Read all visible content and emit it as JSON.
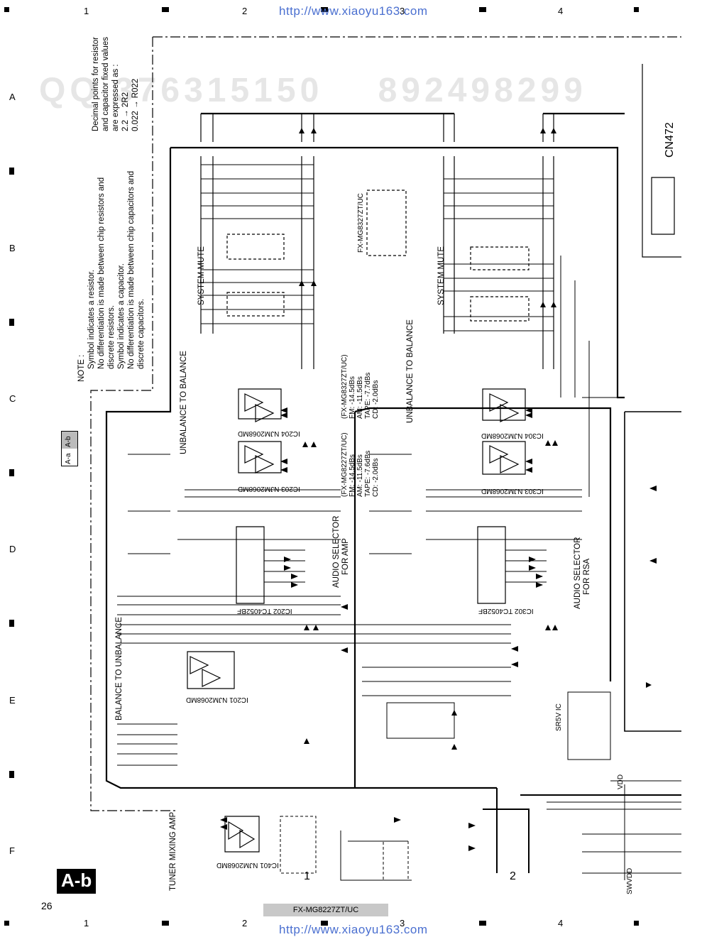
{
  "header": {
    "col_numbers": [
      "1",
      "2",
      "3",
      "4"
    ],
    "url": "http://www.xiaoyu163.com"
  },
  "side": {
    "row_letters": [
      "A",
      "B",
      "C",
      "D",
      "E",
      "F"
    ]
  },
  "watermark": {
    "top_digits": "QQ 376315150    892498299"
  },
  "note": {
    "title": "NOTE :",
    "resistor_line1": "Symbol indicates a resistor.",
    "resistor_line2": "No differentiation is made  between chip resistors and",
    "resistor_line3": "discrete resistors.",
    "capacitor_line1": "Symbol indicates a capacitor.",
    "capacitor_line2": "No differentiation is made  between chip capacitors and",
    "capacitor_line3": "discrete capacitors.",
    "decimal_line1": "Decimal points for resistor",
    "decimal_line2": "and capacitor fixed values",
    "decimal_line3": "are expressed as :",
    "decimal_line4": "2.2 → 2R2",
    "decimal_line5": "0.022 → R022"
  },
  "tabs": {
    "a": "A-a",
    "b": "A-b"
  },
  "badge": "A-b",
  "blocks": {
    "system_mute_1": "SYSTEM MUTE",
    "system_mute_2": "SYSTEM MUTE",
    "unbalance_to_balance_1": "UNBALANCE TO BALANCE",
    "unbalance_to_balance_2": "UNBALANCE TO BALANCE",
    "balance_to_unbalance": "BALANCE TO UNBALANCE",
    "audio_selector_amp_1": "AUDIO SELECTOR",
    "audio_selector_amp_2": "FOR AMP",
    "audio_selector_rsa_1": "AUDIO SELECTOR",
    "audio_selector_rsa_2": "FOR RSA",
    "tuner_mixing_amp": "TUNER MIXING AMP",
    "model_note_title": "(FX-MG8327ZT/UC)",
    "model_note_1": "FM: -14.5dBs",
    "model_note_2": "AM: -11.5dBs",
    "model_note_3": "TAPE: -7.7dBs",
    "model_note_4": "CD: -2.0dBs",
    "model_note2_title": "(FX-MG8227ZT/UC)",
    "model_note2_1": "FM: -14.5dBs",
    "model_note2_2": "AM: -11.5dBs",
    "model_note2_3": "TAPE: -7.6dBs",
    "model_note2_4": "CD: -2.0dBs",
    "fx_box": "FX-MG8327ZT/UC",
    "connector": "CN472",
    "sr5v_ic": "SR5V IC",
    "vdd": "VDD",
    "swvdd": "SWVDD"
  },
  "ics": {
    "ic203": "IC203 NJM2068MD",
    "ic204": "IC204 NJM2068MD",
    "ic202": "IC202  TC4052BF",
    "ic201": "IC201 NJM2068MD",
    "ic303": "IC303 NJM2068MD",
    "ic304": "IC304 NJM2068MD",
    "ic302": "IC302  TC4052BF",
    "ic401": "IC401 NJM2068MD"
  },
  "markers": {
    "one": "1",
    "two": "2"
  },
  "footer": {
    "page_number": "26",
    "model": "FX-MG8227ZT/UC"
  },
  "colors": {
    "line": "#000000",
    "url": "#4a6fd0",
    "watermark": "#e6e6e6",
    "footer_box": "#c8c8c8"
  }
}
